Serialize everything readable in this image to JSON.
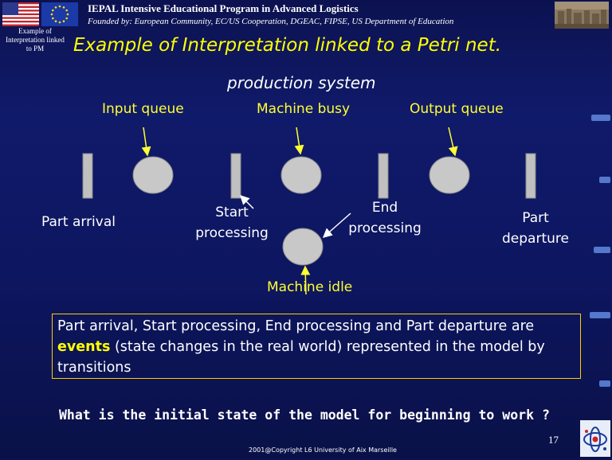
{
  "header": {
    "title": "IEPAL Intensive Educational Program in Advanced Logistics",
    "subtitle": "Founded by: European Community, EC/US Cooperation, DGEAC, FIPSE, US Department of Education"
  },
  "side_label": "Example of Interpretation linked to PM",
  "slide_title": "Example of Interpretation linked to a Petri net.",
  "diagram": {
    "caption": "production system",
    "place_labels": {
      "input_queue": "Input queue",
      "machine_busy": "Machine busy",
      "output_queue": "Output queue",
      "machine_idle": "Machine idle"
    },
    "transition_labels": {
      "part_arrival": "Part arrival",
      "start_processing": "Start processing",
      "end_processing": "End processing",
      "part_departure": "Part departure"
    }
  },
  "textbox": {
    "part1": "Part arrival, Start processing, End processing and Part departure are ",
    "highlight": "events",
    "part2": " (state changes in the real world) represented in the model by transitions"
  },
  "question": "What is the initial state of the model for beginning to work ?",
  "page_number": "17",
  "copyright": "2001@Copyright L6 University of Aix Marseille",
  "colors": {
    "background": "#0d1660",
    "title": "#ffff00",
    "labels": "#ffff33",
    "place_fill": "#c8c8c8",
    "transition_fill": "#c0c0c0"
  }
}
